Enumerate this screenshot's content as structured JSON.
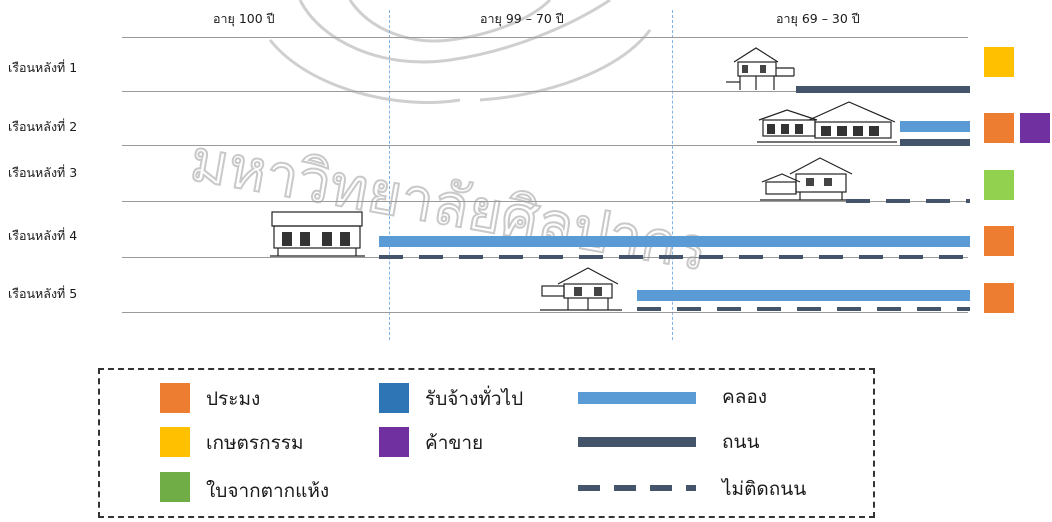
{
  "columns": {
    "age_100": "อายุ  100  ปี",
    "age_99_70": "อายุ  99 – 70 ปี",
    "age_69_30": "อายุ  69 – 30 ปี"
  },
  "rows": [
    {
      "label": "เรือนหลังที่ 1"
    },
    {
      "label": "เรือนหลังที่ 2"
    },
    {
      "label": "เรือนหลังที่ 3"
    },
    {
      "label": "เรือนหลังที่ 4"
    },
    {
      "label": "เรือนหลังที่ 5"
    }
  ],
  "watermark": "มหาวิทยาลัยศิลปากร",
  "legend": {
    "fishing": "ประมง",
    "agriculture": "เกษตรกรรม",
    "dried_leaves": "ใบจากตากแห้ง",
    "general_labor": "รับจ้างทั่วไป",
    "trade": "ค้าขาย",
    "canal": "คลอง",
    "road": "ถนน",
    "no_road": "ไม่ติดถนน"
  },
  "colors": {
    "fishing": "#ed7d31",
    "agriculture": "#ffc000",
    "dried_leaves": "#70ad47",
    "dried_leaves_row": "#92d050",
    "general_labor": "#2e75b6",
    "trade": "#7030a0",
    "canal": "#5b9bd5",
    "road": "#44546a"
  }
}
